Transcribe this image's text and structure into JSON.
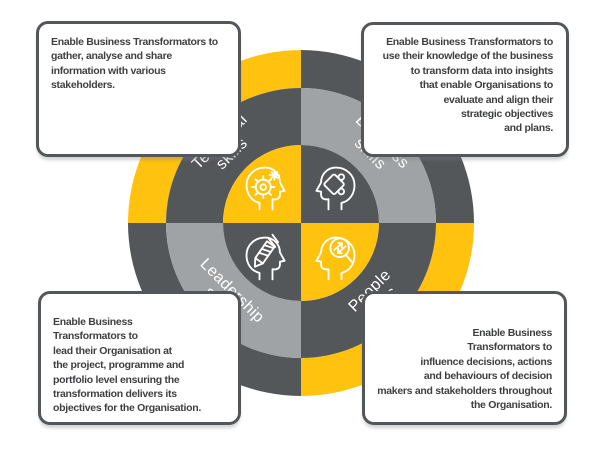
{
  "colors": {
    "yellow": "#FFC20E",
    "dark_gray": "#54575A",
    "light_gray": "#A0A3A5",
    "label_text": "#FFFFFF",
    "box_border": "#54575A",
    "box_text": "#3E3F41",
    "background": "#FFFFFF"
  },
  "wheel": {
    "quadrants": {
      "technical": {
        "label_line1": "Technical",
        "label_line2": "skills",
        "outer_color": "#FFC20E",
        "ring_color": "#54575A",
        "inner_color": "#FFC20E",
        "icon": "head-gear-icon"
      },
      "business": {
        "label_line1": "Business",
        "label_line2": "skills",
        "outer_color": "#54575A",
        "ring_color": "#A0A3A5",
        "inner_color": "#54575A",
        "icon": "head-puzzle-icon"
      },
      "leadership": {
        "label_line1": "Leadership",
        "label_line2": "skills",
        "outer_color": "#54575A",
        "ring_color": "#A0A3A5",
        "inner_color": "#54575A",
        "icon": "head-pencil-icon"
      },
      "people": {
        "label_line1": "People",
        "label_line2": "skills",
        "outer_color": "#FFC20E",
        "ring_color": "#54575A",
        "inner_color": "#FFC20E",
        "icon": "head-swap-arrows-icon"
      }
    }
  },
  "callouts": {
    "top_left": {
      "text": "Enable Business Transformators to\ngather, analyse and share\ninformation with various\nstakeholders."
    },
    "top_right": {
      "text": "Enable Business Transformators to\nuse their knowledge of the business\nto transform data into insights\nthat enable Organisations to\nevaluate and align their\nstrategic objectives\nand plans."
    },
    "bottom_left": {
      "text": "Enable Business\nTransformators to\nlead their Organisation at\nthe project, programme and\nportfolio level ensuring the\ntransformation delivers its\nobjectives for the Organisation."
    },
    "bottom_right": {
      "text": "Enable Business\nTransformators to\ninfluence decisions, actions\nand behaviours of decision\nmakers and stakeholders throughout\nthe Organisation."
    }
  }
}
